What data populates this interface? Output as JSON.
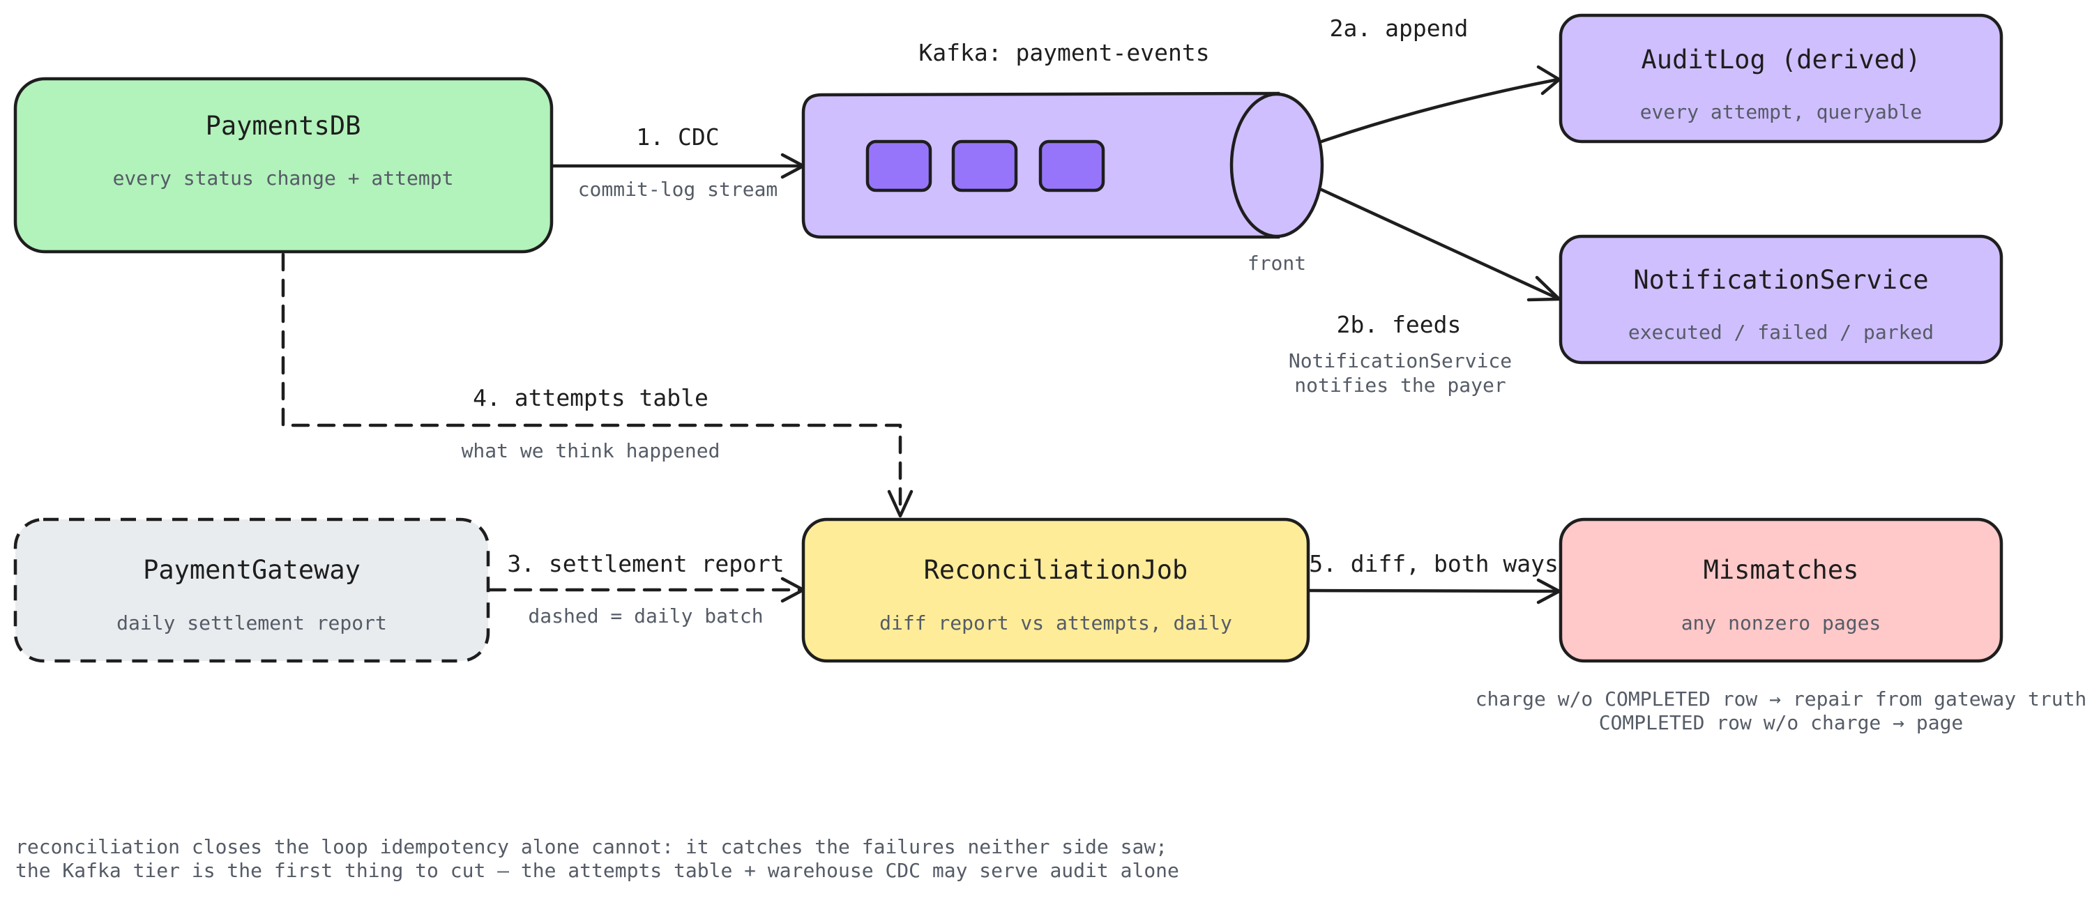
{
  "colors": {
    "stroke": "#1e1e1e",
    "green": "#b2f2bb",
    "purple": "#d0bfff",
    "purple_dark": "#9775fa",
    "yellow": "#ffec99",
    "red": "#ffc9c9",
    "gray": "#e9ecef",
    "muted_text": "#555b66"
  },
  "nodes": {
    "payments_db": {
      "title": "PaymentsDB",
      "subtitle": "every status change + attempt"
    },
    "kafka": {
      "title": "Kafka: payment-events",
      "front_label": "front"
    },
    "audit_log": {
      "title": "AuditLog (derived)",
      "subtitle": "every attempt, queryable"
    },
    "notification_service": {
      "title": "NotificationService",
      "subtitle": "executed / failed / parked"
    },
    "payment_gateway": {
      "title": "PaymentGateway",
      "subtitle": "daily settlement report"
    },
    "reconciliation_job": {
      "title": "ReconciliationJob",
      "subtitle": "diff report vs attempts, daily"
    },
    "mismatches": {
      "title": "Mismatches",
      "subtitle": "any nonzero pages"
    }
  },
  "edges": {
    "cdc": {
      "label": "1. CDC",
      "note": "commit-log stream"
    },
    "append": {
      "label": "2a. append"
    },
    "feeds": {
      "label": "2b. feeds",
      "note_lines": [
        "NotificationService",
        "notifies the payer"
      ]
    },
    "settlement": {
      "label": "3. settlement report",
      "note": "dashed = daily batch"
    },
    "attempts": {
      "label": "4. attempts table",
      "note": "what we think happened"
    },
    "diff": {
      "label": "5. diff, both ways"
    }
  },
  "mismatch_notes": [
    "charge w/o COMPLETED row → repair from gateway truth",
    "COMPLETED row w/o charge → page"
  ],
  "footer": [
    "reconciliation closes the loop idempotency alone cannot: it catches the failures neither side saw;",
    "the Kafka tier is the first thing to cut — the attempts table + warehouse CDC may serve audit alone"
  ]
}
